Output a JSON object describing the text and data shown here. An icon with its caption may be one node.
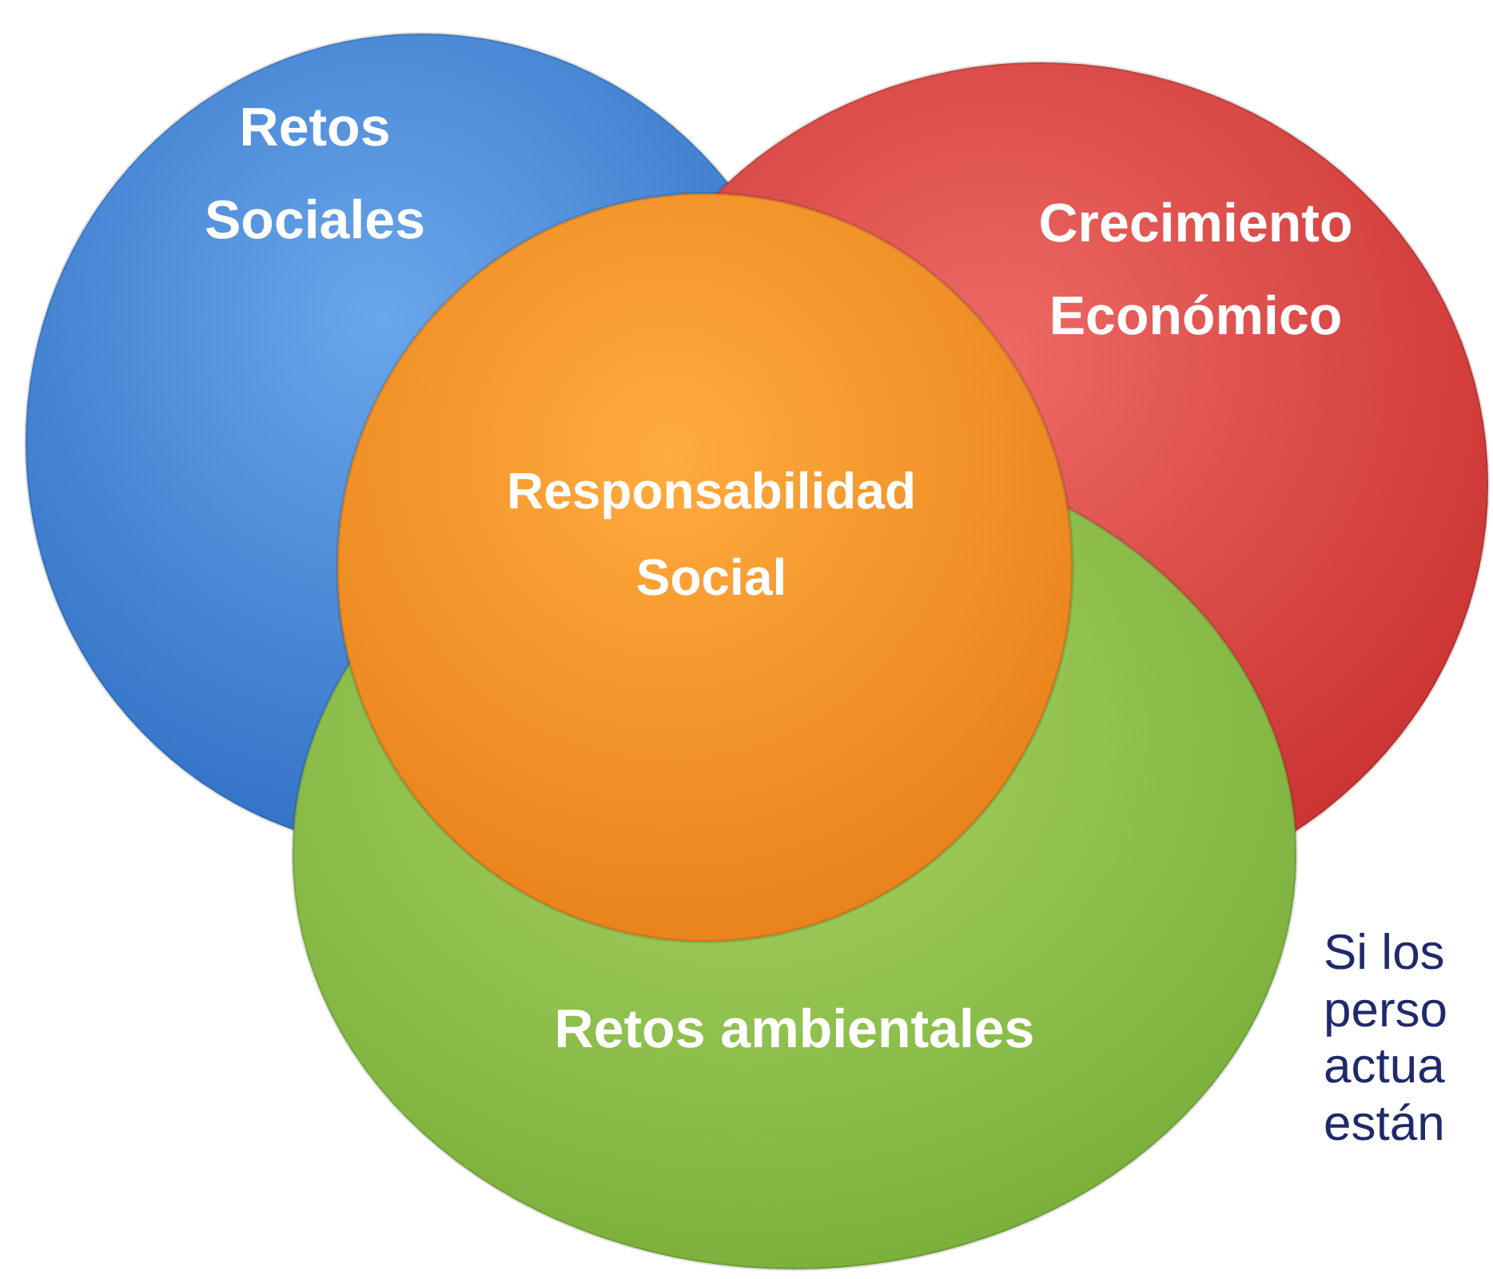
{
  "diagram": {
    "nodes": [
      {
        "text": [
          "Retos Sociales"
        ]
      },
      {
        "text": [
          "Crecimiento Económico"
        ]
      },
      {
        "text": [
          "Responsabilidad Social"
        ]
      },
      {
        "text": [
          "Retos ambientales"
        ]
      }
    ],
    "labels": [
      "Si los perso actua están"
    ]
  }
}
